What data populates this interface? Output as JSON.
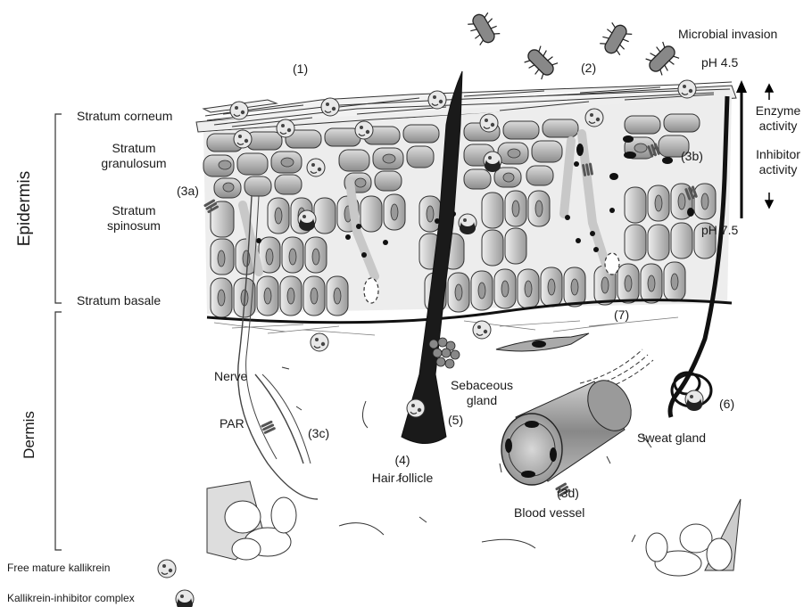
{
  "regions": {
    "epidermis": "Epidermis",
    "dermis": "Dermis"
  },
  "layers": {
    "corneum": "Stratum corneum",
    "granulosum_1": "Stratum",
    "granulosum_2": "granulosum",
    "spinosum_1": "Stratum",
    "spinosum_2": "spinosum",
    "basale": "Stratum basale"
  },
  "structures": {
    "nerve": "Nerve",
    "par": "PAR",
    "hair_follicle": "Hair follicle",
    "sebaceous_1": "Sebaceous",
    "sebaceous_2": "gland",
    "sweat_gland": "Sweat gland",
    "blood_vessel": "Blood vessel",
    "microbial": "Microbial invasion"
  },
  "markers": [
    "(1)",
    "(2)",
    "(3a)",
    "(3b)",
    "(3c)",
    "(3d)",
    "(4)",
    "(5)",
    "(6)",
    "(7)"
  ],
  "gradient": {
    "ph_top": "pH 4.5",
    "ph_bottom": "pH 7.5",
    "enzyme_1": "Enzyme",
    "enzyme_2": "activity",
    "inhibitor_1": "Inhibitor",
    "inhibitor_2": "activity"
  },
  "legend": {
    "free": "Free mature kallikrein",
    "complex": "Kallikrein-inhibitor complex"
  }
}
